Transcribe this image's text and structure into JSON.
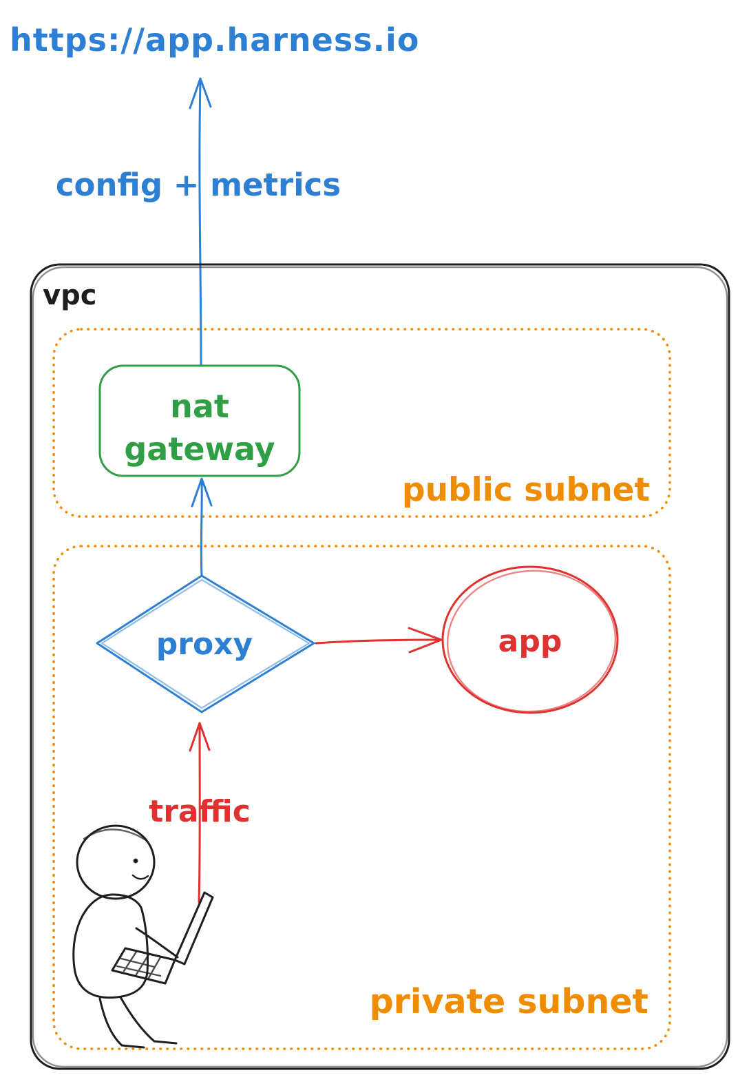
{
  "colors": {
    "blue": "#2d7fd3",
    "green": "#2f9e44",
    "orange": "#f08c00",
    "red": "#e03131",
    "ink": "#1e1e1e",
    "background": "#ffffff"
  },
  "external": {
    "url_label": "https://app.harness.io"
  },
  "arrows": {
    "config_metrics": {
      "label": "config + metrics"
    },
    "traffic": {
      "label": "traffic"
    }
  },
  "containers": {
    "vpc": {
      "label": "vpc"
    },
    "public_subnet": {
      "label": "public subnet"
    },
    "private_subnet": {
      "label": "private subnet"
    }
  },
  "nodes": {
    "nat_gateway": {
      "lines": [
        "nat",
        "gateway"
      ]
    },
    "proxy": {
      "label": "proxy"
    },
    "app": {
      "label": "app"
    }
  }
}
